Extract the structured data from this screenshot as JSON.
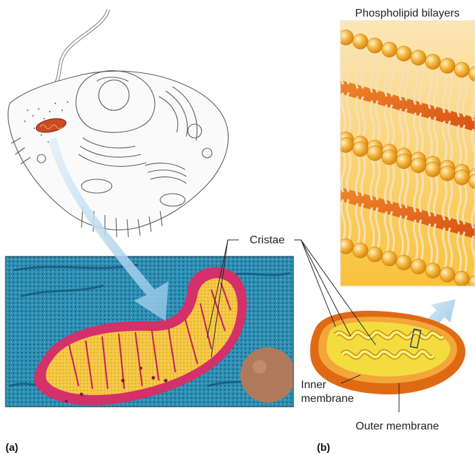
{
  "labels": {
    "phospholipid_bilayers": "Phospholipid bilayers",
    "cristae": "Cristae",
    "inner_membrane_line1": "Inner",
    "inner_membrane_line2": "membrane",
    "outer_membrane": "Outer membrane",
    "panel_a": "(a)",
    "panel_b": "(b)"
  },
  "colors": {
    "micrograph_background": "#2e8fb4",
    "mitochondrion_outer": "#d4306a",
    "mitochondrion_matrix": "#f2c640",
    "lipid_head": "#f4b43a",
    "lipid_tail": "#f6e0b8",
    "bilayer_core": "#e0601c",
    "arrow": "#a8d2ec",
    "outer_membrane_3d": "#e06a14",
    "inner_membrane_3d": "#f3dc3e"
  },
  "icons": [
    "cell-drawing",
    "mitochondrion-micrograph",
    "mitochondrion-3d-model",
    "bilayer-illustration",
    "zoom-arrow"
  ]
}
